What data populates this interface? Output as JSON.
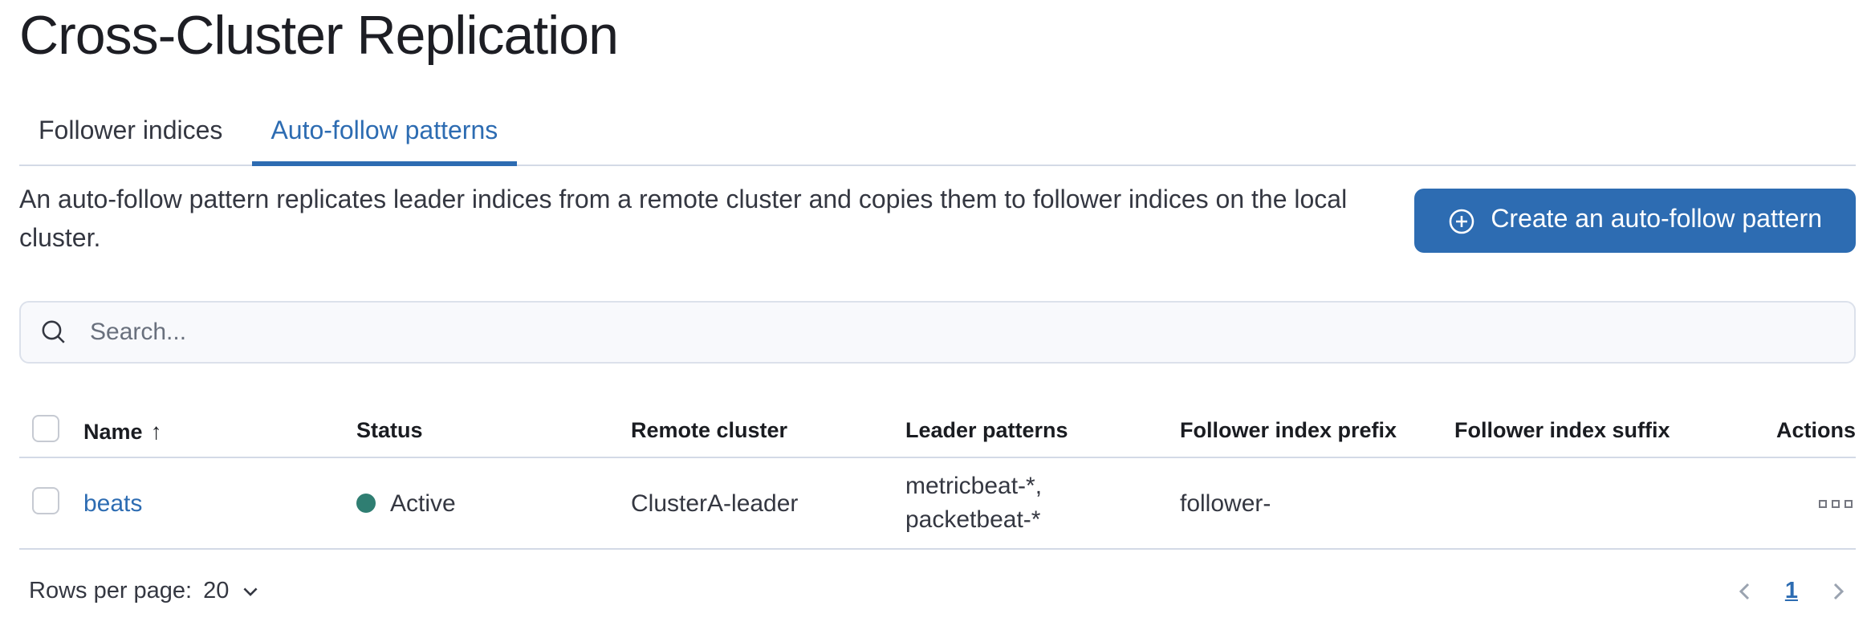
{
  "page": {
    "title": "Cross-Cluster Replication"
  },
  "tabs": [
    {
      "label": "Follower indices",
      "active": false
    },
    {
      "label": "Auto-follow patterns",
      "active": true
    }
  ],
  "description": "An auto-follow pattern replicates leader indices from a remote cluster and copies them to follower indices on the local cluster.",
  "create_button": {
    "label": "Create an auto-follow pattern",
    "icon": "plus-in-circle-icon"
  },
  "search": {
    "placeholder": "Search...",
    "value": ""
  },
  "table": {
    "columns": [
      "Name",
      "Status",
      "Remote cluster",
      "Leader patterns",
      "Follower index prefix",
      "Follower index suffix",
      "Actions"
    ],
    "sort": {
      "column": "Name",
      "direction": "ascending",
      "arrow": "↑"
    },
    "rows": [
      {
        "name": "beats",
        "status": "Active",
        "remote_cluster": "ClusterA-leader",
        "leader_patterns": "metricbeat-*, packetbeat-*",
        "follower_index_prefix": "follower-",
        "follower_index_suffix": "",
        "actions_icon": "boxes-horizontal-icon"
      }
    ]
  },
  "pagination": {
    "rows_per_page_label": "Rows per page:",
    "rows_per_page_value": "20",
    "current_page": "1"
  },
  "icons": {
    "search": "search-icon",
    "create": "plus-in-circle-icon",
    "sort": "sort-ascending-arrow-icon",
    "rows_per_page": "chevron-down-icon",
    "previous": "chevron-left-icon",
    "next": "chevron-right-icon",
    "row_actions": "boxes-horizontal-icon"
  },
  "colors": {
    "primary_blue": "#2d6cb2",
    "status_active_dot": "#2f7e72",
    "divider": "#d3dae6",
    "text": "#343741",
    "muted_text": "#69707d"
  }
}
